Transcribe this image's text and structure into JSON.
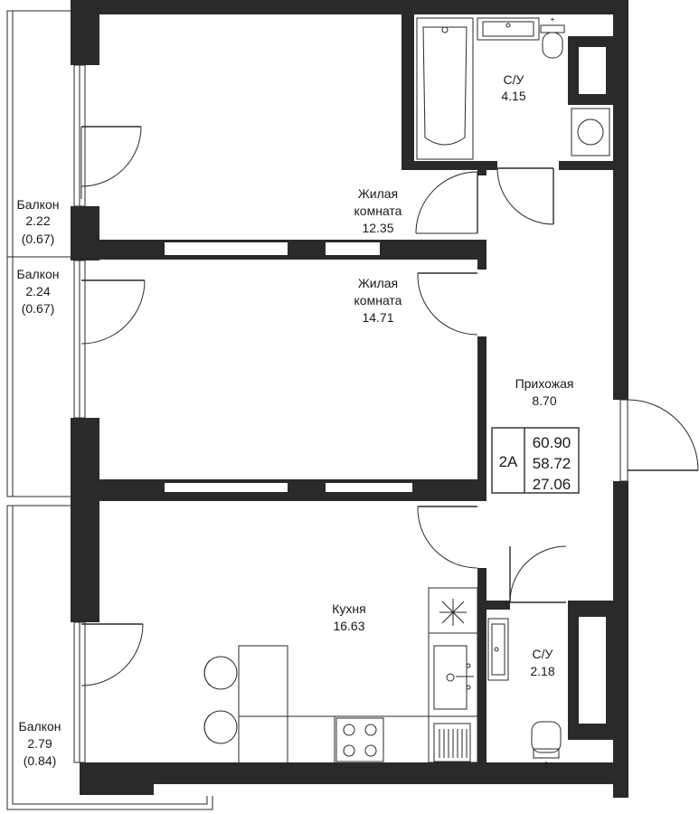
{
  "rooms": {
    "balcony_top": {
      "name": "Балкон",
      "area": "2.22",
      "area_coef": "(0.67)"
    },
    "balcony_mid": {
      "name": "Балкон",
      "area": "2.24",
      "area_coef": "(0.67)"
    },
    "balcony_bottom": {
      "name": "Балкон",
      "area": "2.79",
      "area_coef": "(0.84)"
    },
    "living_1": {
      "name_line1": "Жилая",
      "name_line2": "комната",
      "area": "12.35"
    },
    "living_2": {
      "name_line1": "Жилая",
      "name_line2": "комната",
      "area": "14.71"
    },
    "bathroom_1": {
      "name": "С/У",
      "area": "4.15"
    },
    "bathroom_2": {
      "name": "С/У",
      "area": "2.18"
    },
    "hallway": {
      "name": "Прихожая",
      "area": "8.70"
    },
    "kitchen": {
      "name": "Кухня",
      "area": "16.63"
    }
  },
  "summary": {
    "type": "2А",
    "total_area": "60.90",
    "area_excl_balcony": "58.72",
    "living_area": "27.06"
  }
}
